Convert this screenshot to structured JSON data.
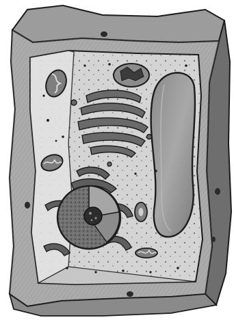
{
  "illustration": {
    "subject": "plant-cell",
    "style": "grayscale pencil sketch",
    "structures": [
      "cell-wall",
      "cell-membrane",
      "cytoplasm",
      "central-vacuole",
      "golgi-apparatus",
      "chloroplast",
      "mitochondrion",
      "nucleus",
      "nucleolus",
      "rough-endoplasmic-reticulum",
      "ribosome",
      "plasmodesma"
    ],
    "colors": {
      "paper": "#ffffff",
      "outline": "#1c1c1c",
      "cell_wall": "#8c8c8c",
      "cell_wall_dark": "#5a5a5a",
      "cytoplasm": "#d6d6d6",
      "cytoplasm_light": "#e9e9e9",
      "vacuole": "#9a9a9a",
      "nucleus": "#6e6e6e",
      "golgi": "#6a6a6a"
    }
  }
}
